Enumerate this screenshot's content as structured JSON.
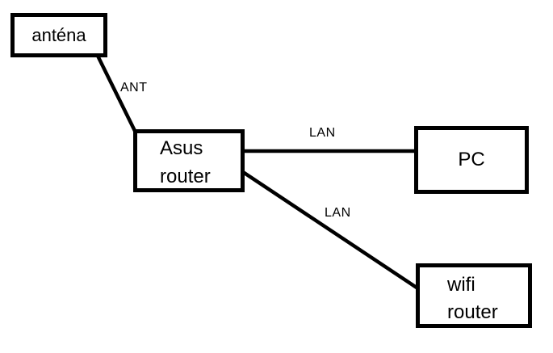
{
  "diagram": {
    "background": "#ffffff",
    "ink_color": "#000000",
    "nodes": {
      "antena": {
        "label": "anténa"
      },
      "asus_router": {
        "line1": "Asus",
        "line2": "router"
      },
      "pc": {
        "label": "PC"
      },
      "wifi_router": {
        "line1": "wifi",
        "line2": "router"
      }
    },
    "connections": {
      "ant": {
        "label": "ANT",
        "from": "antena",
        "to": "asus_router"
      },
      "lan_pc": {
        "label": "LAN",
        "from": "asus_router",
        "to": "pc"
      },
      "lan_wifi": {
        "label": "LAN",
        "from": "asus_router",
        "to": "wifi_router"
      }
    }
  }
}
